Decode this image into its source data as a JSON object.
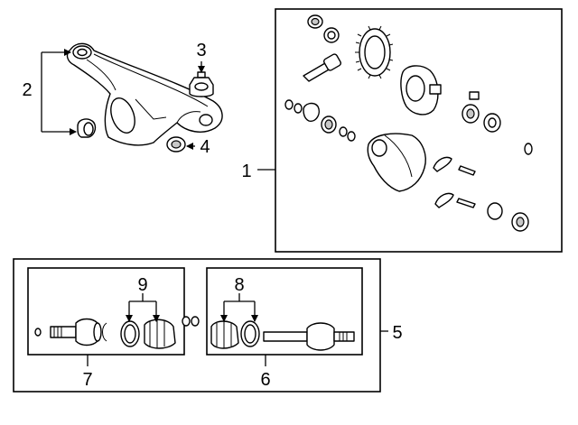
{
  "callouts": {
    "c1": "1",
    "c2": "2",
    "c3": "3",
    "c4": "4",
    "c5": "5",
    "c6": "6",
    "c7": "7",
    "c8": "8",
    "c9": "9"
  },
  "colors": {
    "line": "#000000",
    "background": "#ffffff",
    "shade": "#c8c8c8"
  }
}
